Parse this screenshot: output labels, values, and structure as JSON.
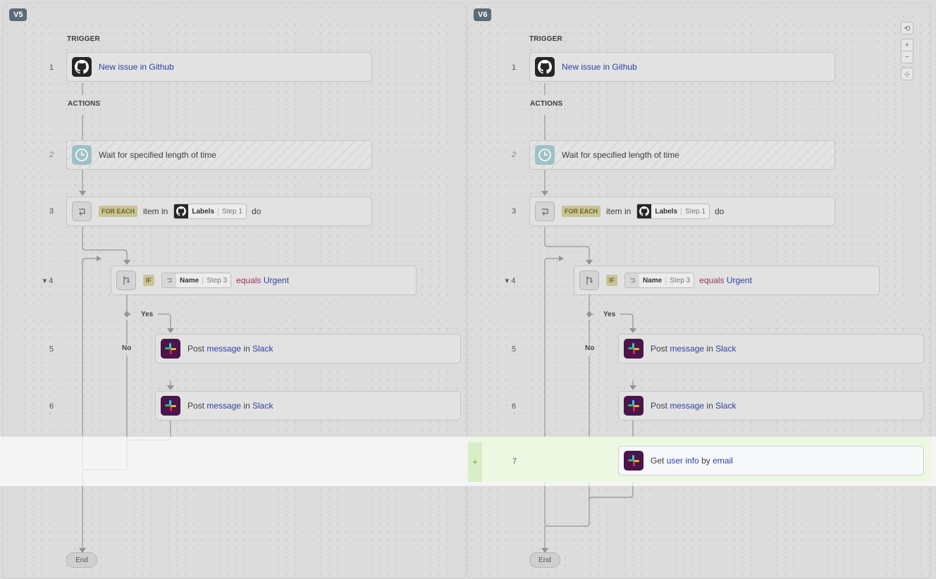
{
  "panes": [
    {
      "version": "V5",
      "trigger_label": "TRIGGER",
      "actions_label": "ACTIONS",
      "steps": [
        {
          "num": "1",
          "kind": "trigger",
          "text": "New issue in Github"
        },
        {
          "num": "2",
          "kind": "wait",
          "text": "Wait for specified length of time"
        },
        {
          "num": "3",
          "kind": "foreach",
          "badge": "FOR EACH",
          "pre": "item in",
          "pill_name": "Labels",
          "pill_step": "Step 1",
          "post": "do"
        },
        {
          "num": "4",
          "kind": "if",
          "badge": "IF",
          "pill_name": "Name",
          "pill_step": "Step 3",
          "op": "equals",
          "value": "Urgent"
        },
        {
          "num": "5",
          "kind": "slack",
          "verb": "Post",
          "object": "message",
          "prep": "in",
          "app": "Slack"
        },
        {
          "num": "6",
          "kind": "slack",
          "verb": "Post",
          "object": "message",
          "prep": "in",
          "app": "Slack"
        }
      ],
      "branch_yes": "Yes",
      "branch_no": "No",
      "end_label": "End"
    },
    {
      "version": "V6",
      "trigger_label": "TRIGGER",
      "actions_label": "ACTIONS",
      "steps": [
        {
          "num": "1",
          "kind": "trigger",
          "text": "New issue in Github"
        },
        {
          "num": "2",
          "kind": "wait",
          "text": "Wait for specified length of time"
        },
        {
          "num": "3",
          "kind": "foreach",
          "badge": "FOR EACH",
          "pre": "item in",
          "pill_name": "Labels",
          "pill_step": "Step 1",
          "post": "do"
        },
        {
          "num": "4",
          "kind": "if",
          "badge": "IF",
          "pill_name": "Name",
          "pill_step": "Step 3",
          "op": "equals",
          "value": "Urgent"
        },
        {
          "num": "5",
          "kind": "slack",
          "verb": "Post",
          "object": "message",
          "prep": "in",
          "app": "Slack"
        },
        {
          "num": "6",
          "kind": "slack",
          "verb": "Post",
          "object": "message",
          "prep": "in",
          "app": "Slack"
        },
        {
          "num": "7",
          "kind": "slack-added",
          "verb": "Get",
          "object": "user info",
          "prep": "by",
          "app": "email"
        }
      ],
      "branch_yes": "Yes",
      "branch_no": "No",
      "end_label": "End",
      "added_marker": "+"
    }
  ],
  "zoom_controls": {
    "reset": "⟲",
    "zoom_in": "+",
    "zoom_out": "−",
    "fit": "⊹"
  },
  "colors": {
    "link": "#2e3fa6",
    "keyword": "#a03060",
    "badge_bg": "#c9c496",
    "added_band": "#ecf8e2",
    "slack_bg": "#4a154b"
  }
}
